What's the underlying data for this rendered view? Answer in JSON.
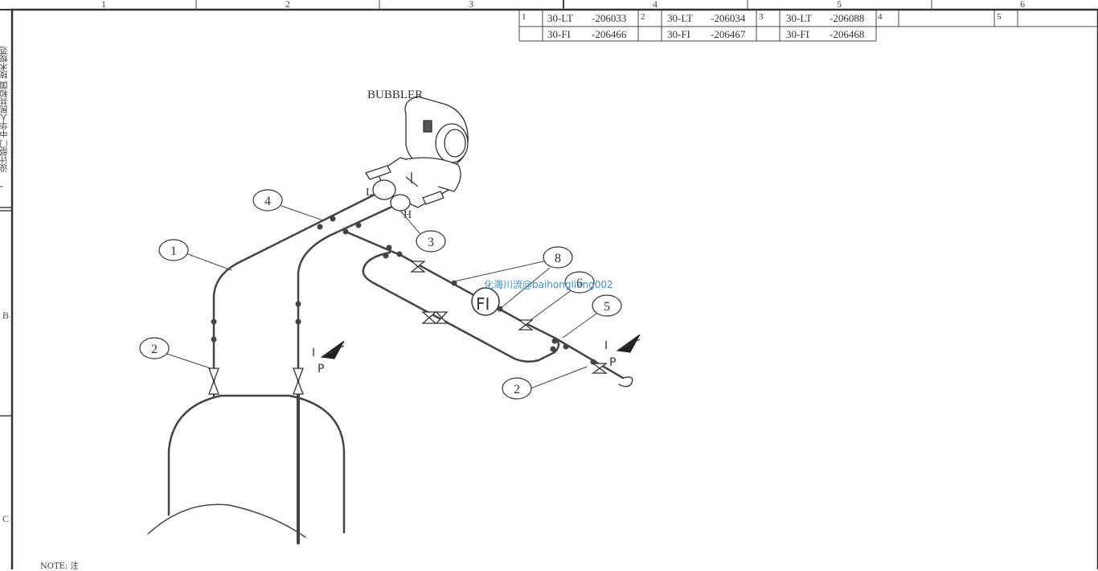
{
  "frame": {
    "column_labels": [
      "1",
      "2",
      "3",
      "4",
      "5",
      "6"
    ],
    "row_labels": [
      "B",
      "C"
    ],
    "side_text": "设计部门 中华人民共和国 技术规范"
  },
  "table": {
    "row1": [
      {
        "num": "1",
        "tag": "30-LT",
        "code": "-206033"
      },
      {
        "num": "2",
        "tag": "30-LT",
        "code": "-206034"
      },
      {
        "num": "3",
        "tag": "30-LT",
        "code": "-206088"
      },
      {
        "num": "4",
        "tag": "",
        "code": ""
      },
      {
        "num": "5",
        "tag": "",
        "code": ""
      }
    ],
    "row2": [
      {
        "tag": "30-FI",
        "code": "-206466"
      },
      {
        "tag": "30-FI",
        "code": "-206467"
      },
      {
        "tag": "30-FI",
        "code": "-206468"
      }
    ]
  },
  "diagram": {
    "title": "BUBBLER",
    "port_low": "L",
    "port_high": "H",
    "instrument_fi": "FI",
    "balloons": [
      "4",
      "1",
      "3",
      "2",
      "8",
      "6",
      "5",
      "2"
    ],
    "ip_label_i": "I",
    "ip_label_p": "P"
  },
  "watermark": "化海川流@baihongliang002",
  "note": "NOTE: 注"
}
